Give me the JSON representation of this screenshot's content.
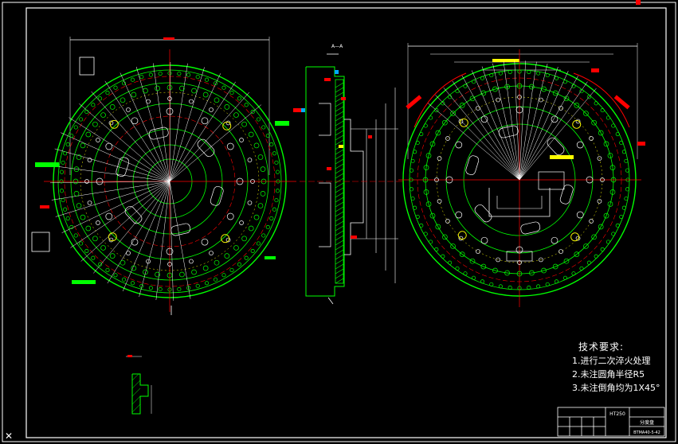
{
  "drawing": {
    "background": "#000000",
    "frame_color": "#ffffff",
    "line_colors": {
      "outline": "#00ff00",
      "centerline": "#ff0000",
      "dimension": "#ffffff",
      "hatch": "#00ff00",
      "accent": "#ffff00",
      "tag_red": "#ff0000",
      "tag_blue": "#00aaff",
      "tag_cyan": "#00ffff"
    },
    "section_label": "A—A"
  },
  "notes": {
    "title": "技术要求:",
    "items": [
      "1.进行二次淬火处理",
      "2.未注圆角半径R5",
      "3.未注倒角均为1X45°"
    ]
  },
  "title_block": {
    "material": "HT250",
    "part_name": "分度盘",
    "drawing_no": "BTMA40-5-42"
  }
}
